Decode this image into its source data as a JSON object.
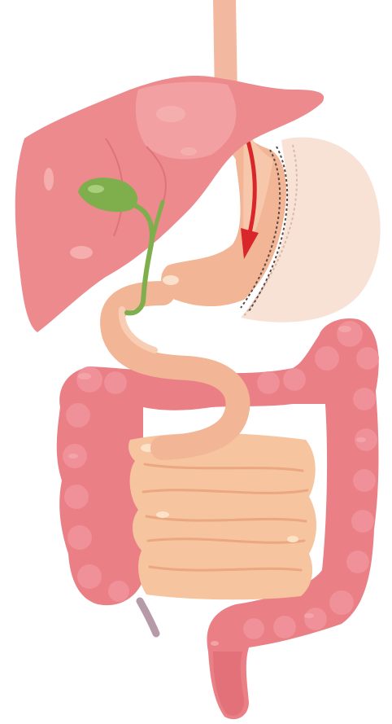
{
  "diagram": {
    "organs": [
      {
        "id": "esophagus",
        "icon": "esophagus-icon"
      },
      {
        "id": "liver",
        "icon": "liver-icon"
      },
      {
        "id": "gallbladder",
        "icon": "gallbladder-icon"
      },
      {
        "id": "stomach-sleeve",
        "icon": "stomach-sleeve-icon"
      },
      {
        "id": "removed-stomach",
        "icon": "removed-stomach-icon"
      },
      {
        "id": "duodenum",
        "icon": "duodenum-icon"
      },
      {
        "id": "small-intestine",
        "icon": "small-intestine-icon"
      },
      {
        "id": "large-intestine",
        "icon": "large-intestine-icon"
      },
      {
        "id": "appendix",
        "icon": "appendix-icon"
      },
      {
        "id": "rectum",
        "icon": "rectum-icon"
      }
    ],
    "colors": {
      "esophagus": "#f3b9a0",
      "liver": "#ec8a8e",
      "liver_light": "#f6b0b0",
      "gallbladder": "#7fae4c",
      "stomach": "#f2b595",
      "removed_stomach": "#f8e2d6",
      "small_intestine": "#f6c49f",
      "large_intestine": "#ea7f86",
      "large_intestine_light": "#f4a6aa",
      "arrow": "#d9262a",
      "staple_line": "#5a4a46"
    },
    "arrow_direction": "down"
  }
}
